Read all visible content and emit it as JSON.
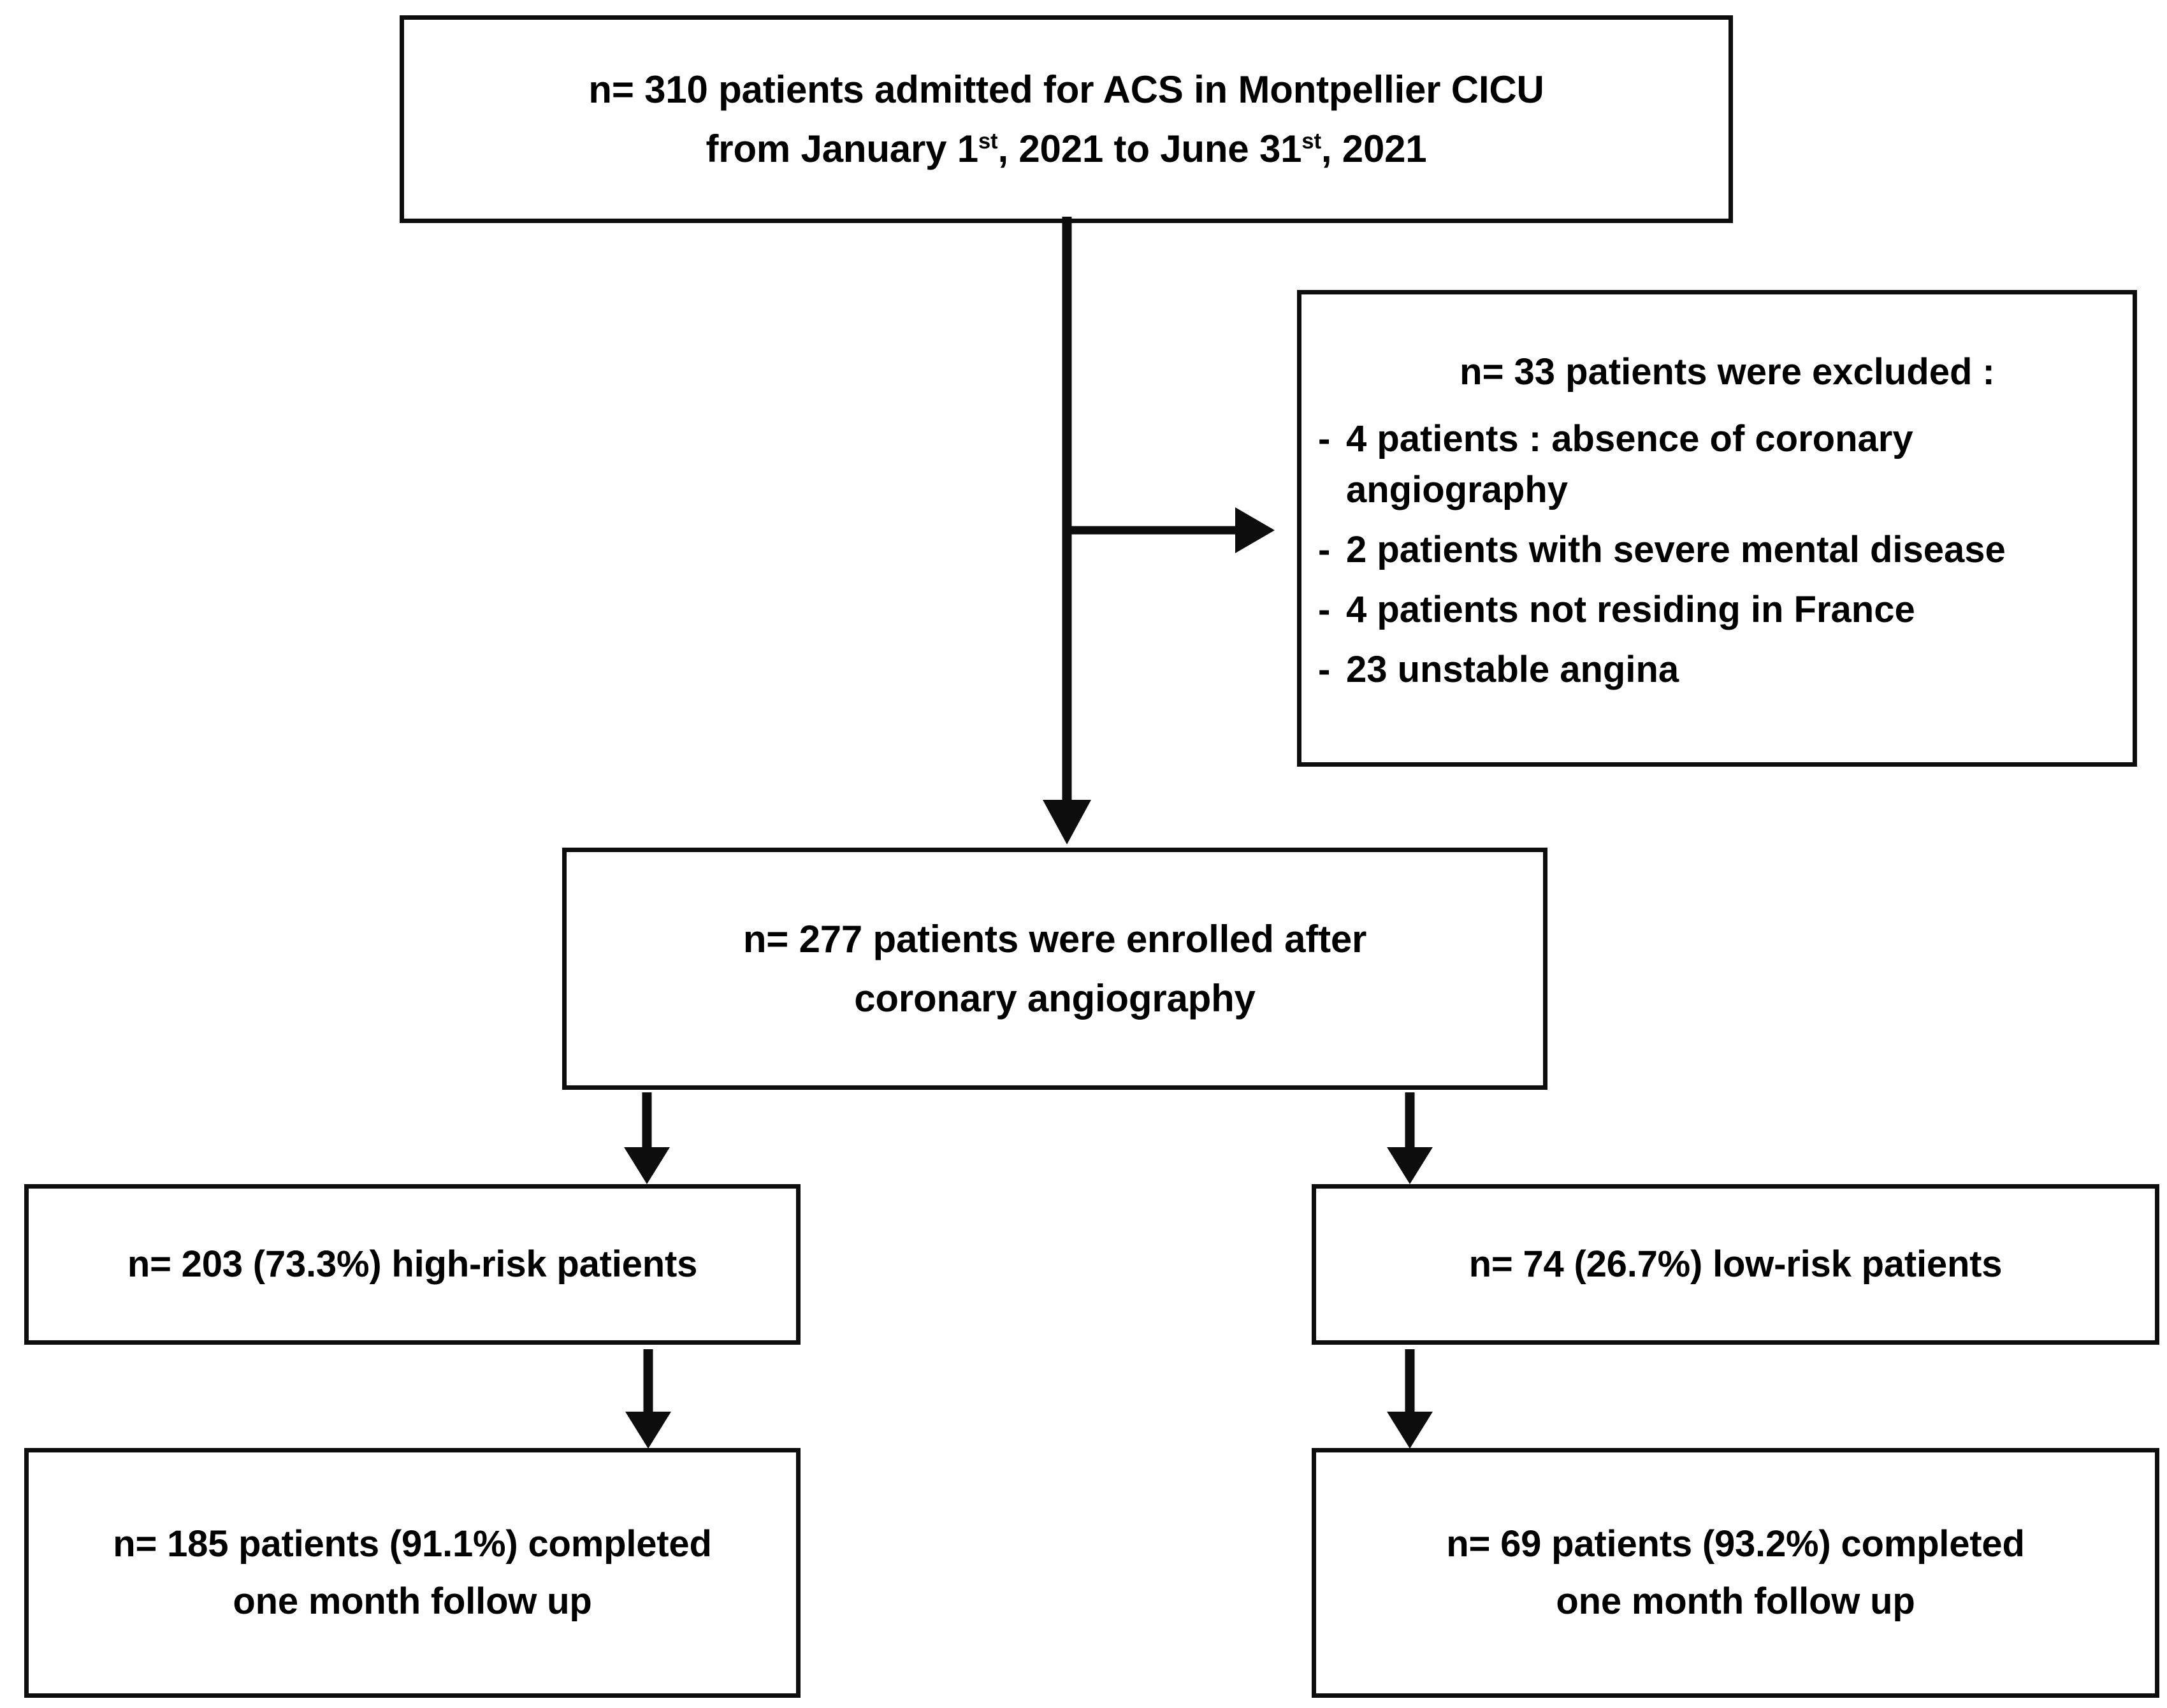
{
  "figure": {
    "type": "study-flow-diagram",
    "colors": {
      "stroke": "#0d0d0d",
      "background": "#ffffff",
      "text": "#000000"
    }
  },
  "nodes": {
    "admitted": {
      "line1": "n= 310 patients admitted for ACS in Montpellier CICU",
      "line2_a": "from January 1",
      "line2_sup1": "st",
      "line2_b": ", 2021 to June 31",
      "line2_sup2": "st",
      "line2_c": ", 2021",
      "count": 310
    },
    "excluded": {
      "title": "n= 33 patients were excluded :",
      "count": 33,
      "dash": "-",
      "items": [
        {
          "label": "4 patients : absence of coronary angiography",
          "count": 4
        },
        {
          "label": "2 patients with severe mental disease",
          "count": 2
        },
        {
          "label": "4 patients not residing in France",
          "count": 4
        },
        {
          "label": "23 unstable angina",
          "count": 23
        }
      ]
    },
    "enrolled": {
      "line1": "n= 277 patients were enrolled after",
      "line2": "coronary angiography",
      "count": 277
    },
    "high_risk": {
      "line1": "n= 203 (73.3%) high-risk patients",
      "count": 203,
      "percent": 73.3
    },
    "low_risk": {
      "line1": "n= 74 (26.7%) low-risk patients",
      "count": 74,
      "percent": 26.7
    },
    "high_risk_followup": {
      "line1": "n= 185 patients (91.1%) completed",
      "line2": "one month follow up",
      "count": 185,
      "percent": 91.1
    },
    "low_risk_followup": {
      "line1": "n= 69 patients (93.2%) completed",
      "line2": "one month follow up",
      "count": 69,
      "percent": 93.2
    }
  },
  "connectors": [
    {
      "name": "admitted-to-enrolled",
      "kind": "arrow-down"
    },
    {
      "name": "admitted-to-excluded",
      "kind": "arrow-right"
    },
    {
      "name": "enrolled-to-high-risk",
      "kind": "arrow-down"
    },
    {
      "name": "enrolled-to-low-risk",
      "kind": "arrow-down"
    },
    {
      "name": "high-risk-to-followup",
      "kind": "arrow-down"
    },
    {
      "name": "low-risk-to-followup",
      "kind": "arrow-down"
    }
  ]
}
